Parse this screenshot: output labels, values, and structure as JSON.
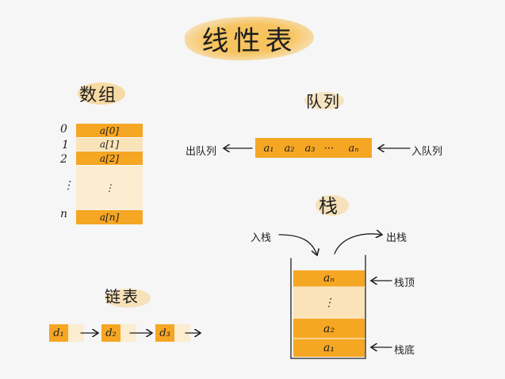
{
  "title": "线性表",
  "array": {
    "title": "数组",
    "rows": [
      {
        "index": "0",
        "value": "a[0]"
      },
      {
        "index": "1",
        "value": "a[1]"
      },
      {
        "index": "2",
        "value": "a[2]"
      },
      {
        "index": "⋮",
        "value": "⋮"
      },
      {
        "index": "n",
        "value": "a[n]"
      }
    ]
  },
  "queue": {
    "title": "队列",
    "items": [
      "a₁",
      "a₂",
      "a₃",
      "···",
      "aₙ"
    ],
    "out_label": "出队列",
    "in_label": "入队列"
  },
  "linked_list": {
    "title": "链表",
    "nodes": [
      "d₁",
      "d₂",
      "d₃"
    ]
  },
  "stack": {
    "title": "栈",
    "push_label": "入栈",
    "pop_label": "出栈",
    "items": [
      "aₙ",
      "⋮",
      "a₂",
      "a₁"
    ],
    "top_label": "栈顶",
    "bottom_label": "栈底"
  },
  "colors": {
    "accent": "#f5a623",
    "light": "#fae3b8",
    "background": "#f6f6f6"
  }
}
